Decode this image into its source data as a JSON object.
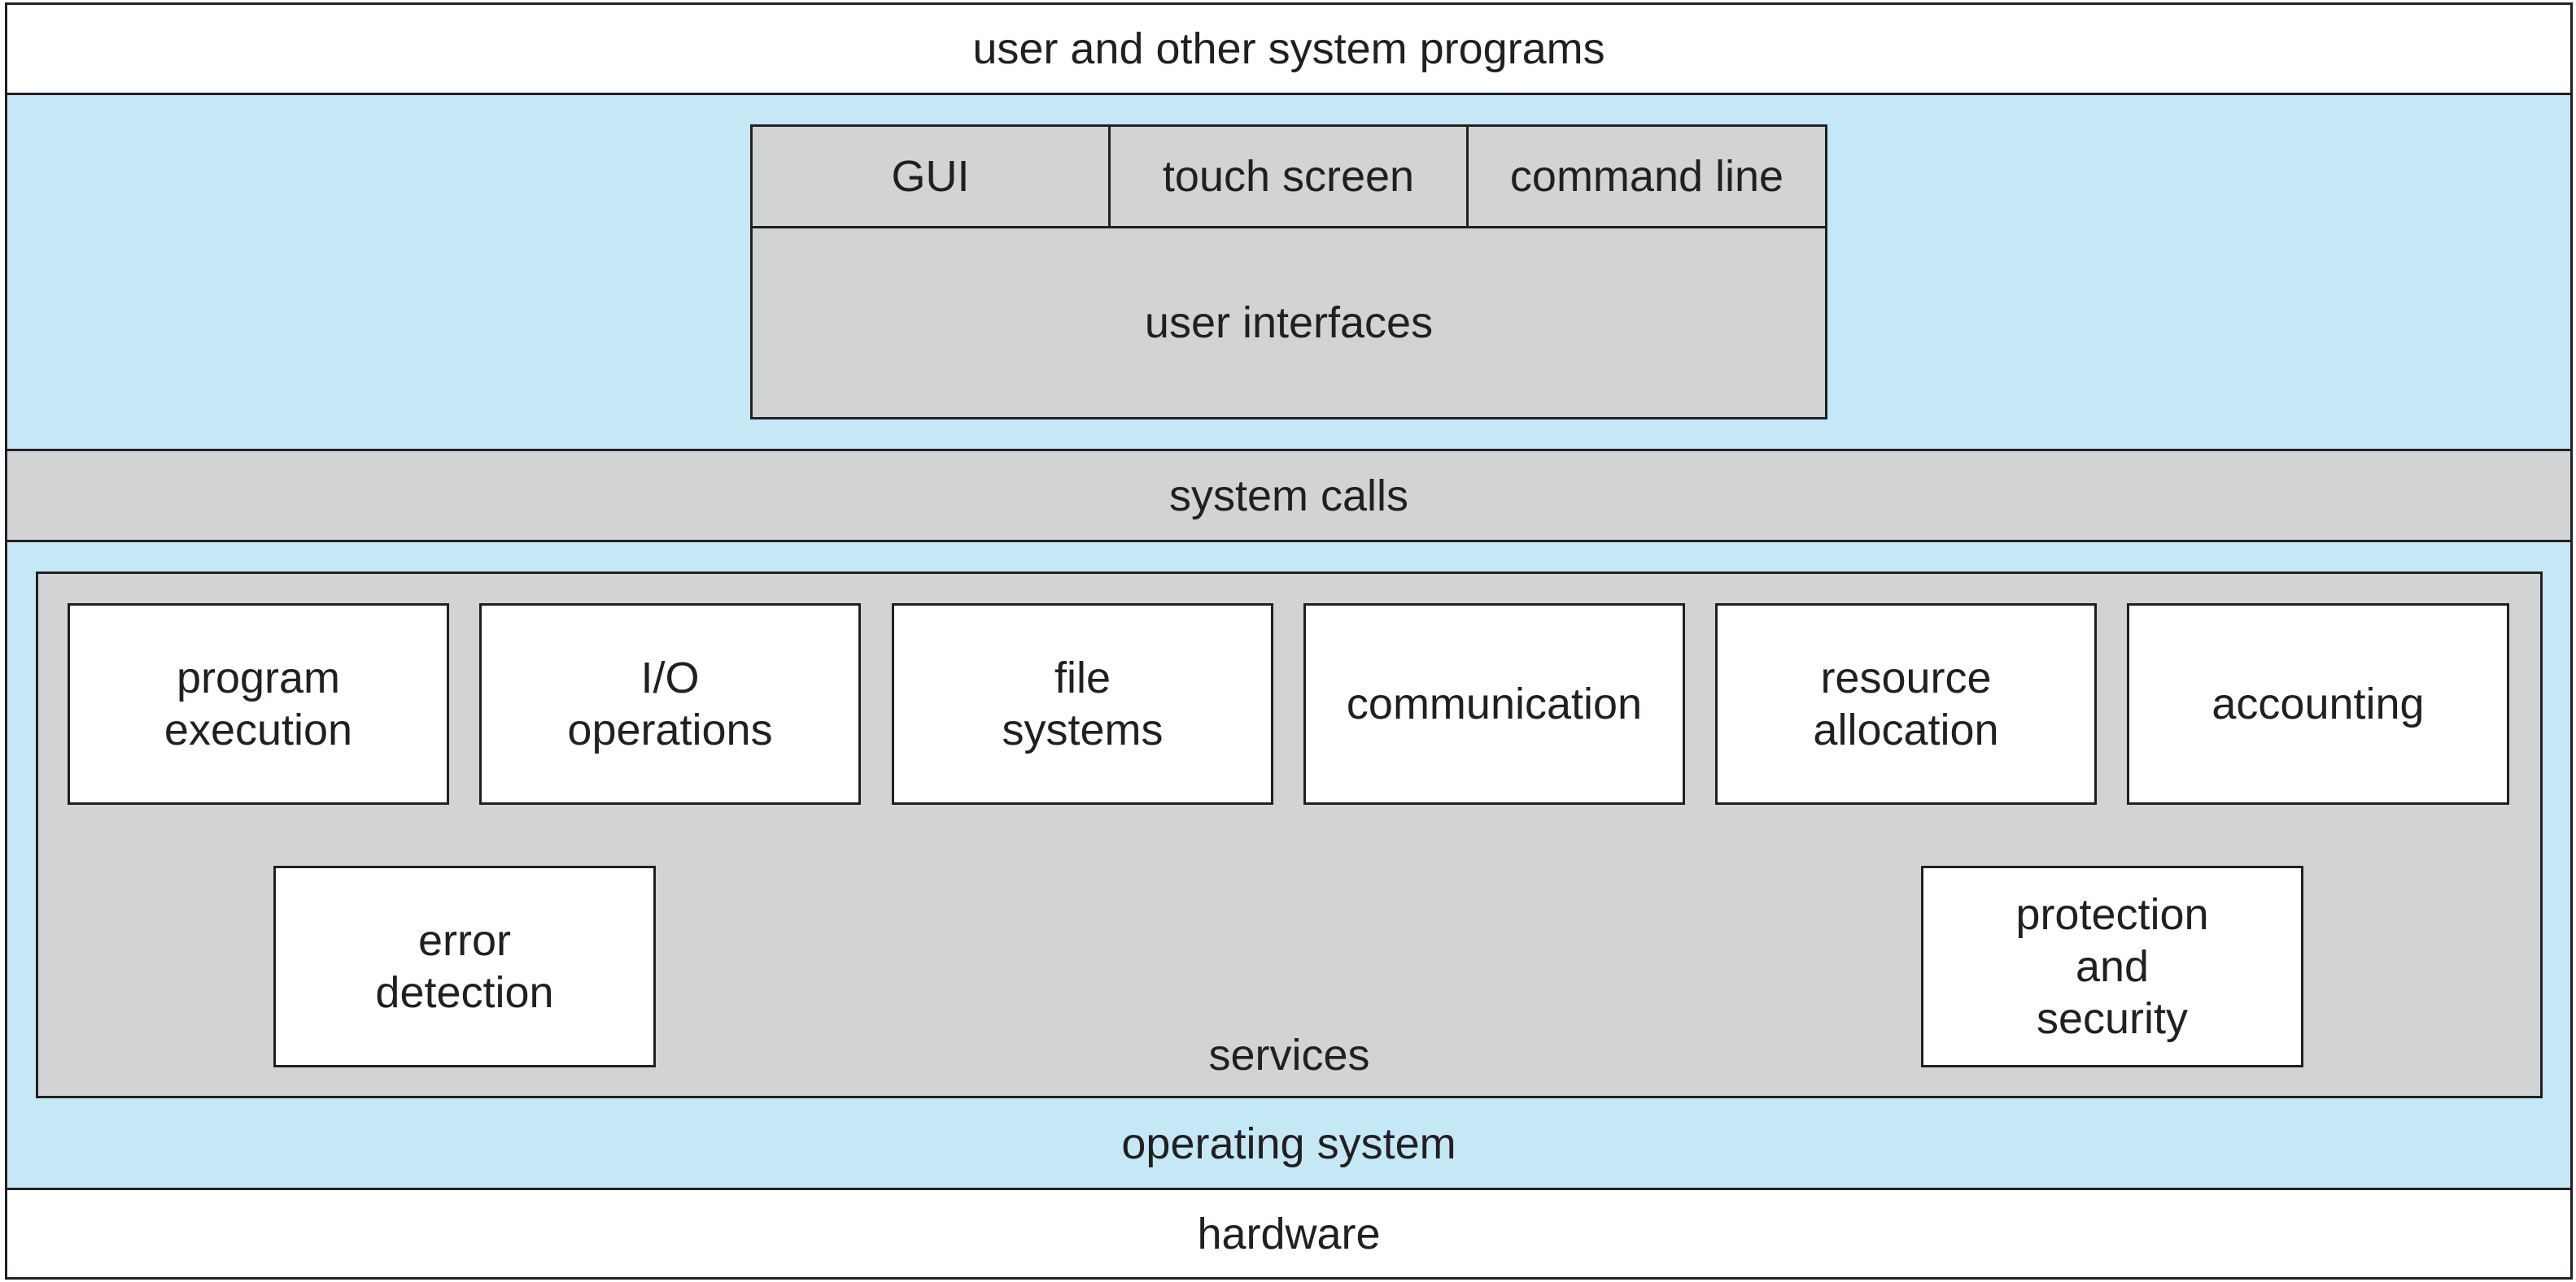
{
  "layers": {
    "top": "user and other system programs",
    "system_calls": "system calls",
    "operating_system": "operating system",
    "hardware": "hardware"
  },
  "user_interfaces": {
    "title": "user interfaces",
    "items": [
      "GUI",
      "touch screen",
      "command line"
    ]
  },
  "services": {
    "title": "services",
    "row1": [
      "program\nexecution",
      "I/O\noperations",
      "file\nsystems",
      "communication",
      "resource\nallocation",
      "accounting"
    ],
    "row2": [
      "error\ndetection",
      "protection\nand\nsecurity"
    ]
  },
  "colors": {
    "os_fill": "#c5e8f7",
    "component_fill": "#d1d3d4",
    "layer_fill": "#ffffff",
    "stroke": "#231f20"
  }
}
